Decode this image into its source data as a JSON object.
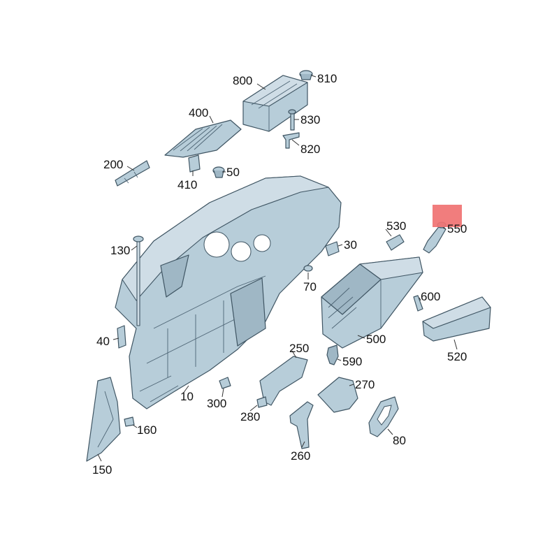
{
  "labels": {
    "l800": "800",
    "l810": "810",
    "l830": "830",
    "l820": "820",
    "l400": "400",
    "l200": "200",
    "l410": "410",
    "l50": "50",
    "l530": "530",
    "l550": "550",
    "l130": "130",
    "l30": "30",
    "l70": "70",
    "l600": "600",
    "l40": "40",
    "l250": "250",
    "l500": "500",
    "l590": "590",
    "l520": "520",
    "l270": "270",
    "l10": "10",
    "l300": "300",
    "l160": "160",
    "l280": "280",
    "l80": "80",
    "l260": "260",
    "l150": "150"
  },
  "colors": {
    "part_fill": "#b7cdd9",
    "part_outline": "#3f5563",
    "highlight": "#f07272"
  }
}
